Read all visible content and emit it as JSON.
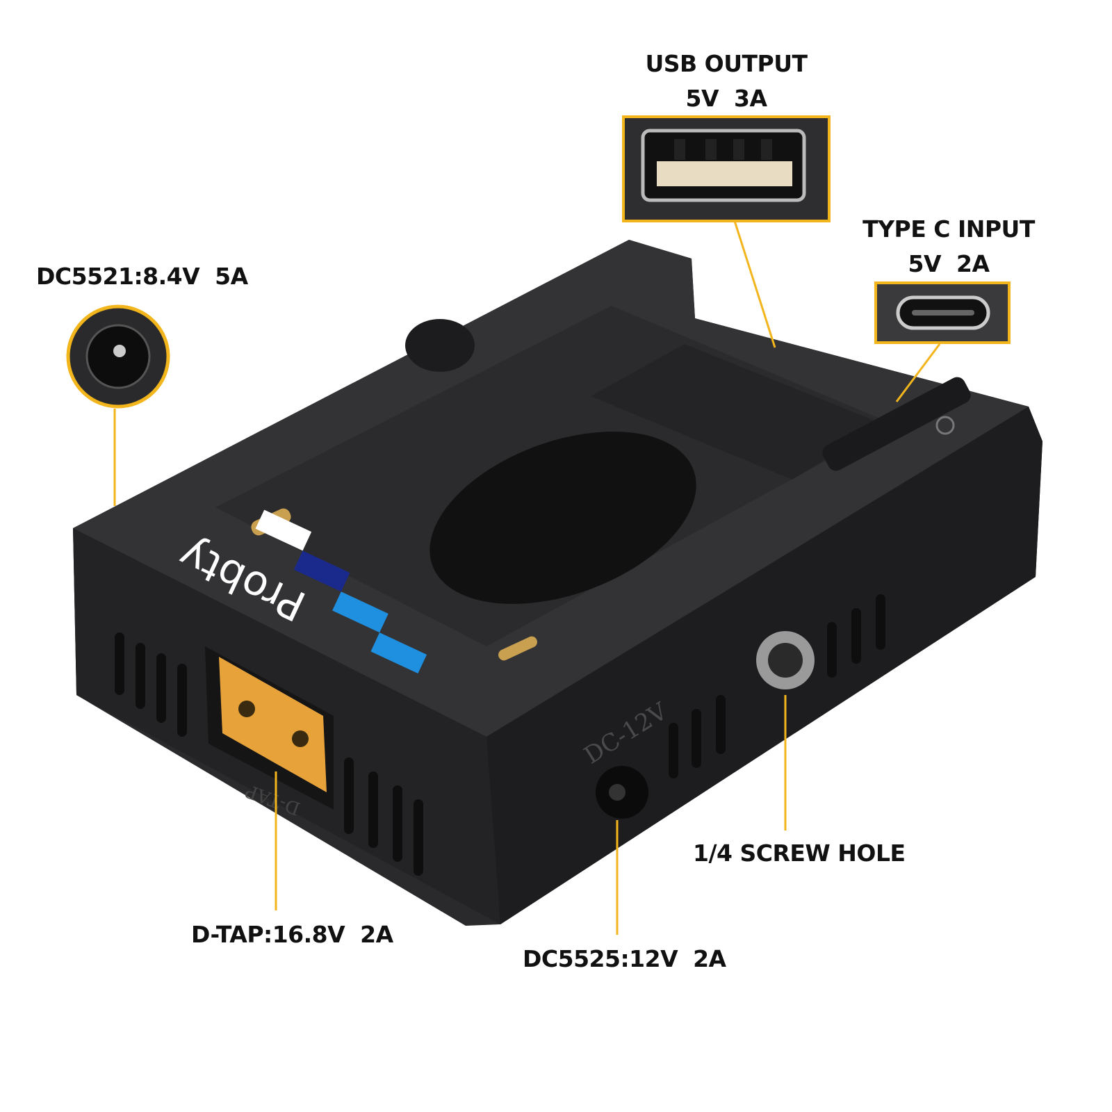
{
  "callouts": {
    "usb_output": {
      "title": "USB OUTPUT",
      "spec": "5V  3A"
    },
    "type_c_input": {
      "title": "TYPE C INPUT",
      "spec": "5V  2A"
    },
    "dc5521": {
      "label": "DC5521:8.4V  5A"
    },
    "screw_hole": {
      "label": "1/4 SCREW HOLE"
    },
    "d_tap": {
      "label": "D-TAP:16.8V  2A"
    },
    "dc5525": {
      "label": "DC5525:12V  2A"
    }
  },
  "product": {
    "logo": "Probty",
    "dc_port_marking": "DC-12V",
    "dtap_marking": "D-TAP"
  },
  "colors": {
    "callout": "#F2B51C",
    "body": "#2a2a2c",
    "dtap": "#E8A23A",
    "logo_white": "#ffffff",
    "logo_navy": "#1a2a8c",
    "logo_blue": "#1f8fe0"
  }
}
